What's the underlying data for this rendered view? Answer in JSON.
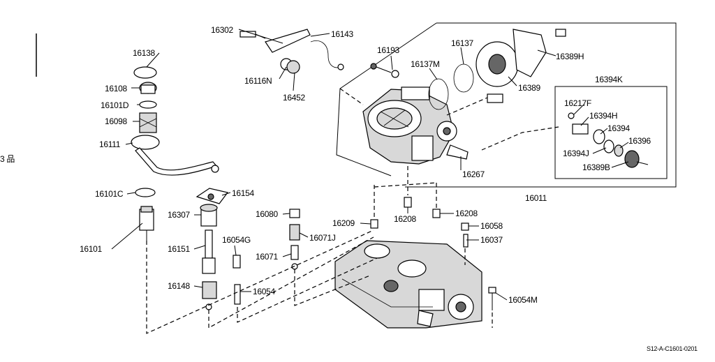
{
  "diagram": {
    "assembly_label": "16011",
    "inset_label": "16394K",
    "drawing_code": "S12-A-C1601-0201",
    "margin_glyph": "3 品",
    "parts": [
      {
        "id": "p-16302",
        "label": "16302"
      },
      {
        "id": "p-16143",
        "label": "16143"
      },
      {
        "id": "p-16116N",
        "label": "16116N"
      },
      {
        "id": "p-16452",
        "label": "16452"
      },
      {
        "id": "p-16193",
        "label": "16193"
      },
      {
        "id": "p-16137",
        "label": "16137"
      },
      {
        "id": "p-16137M",
        "label": "16137M"
      },
      {
        "id": "p-16389H",
        "label": "16389H"
      },
      {
        "id": "p-16389",
        "label": "16389"
      },
      {
        "id": "p-16217F",
        "label": "16217F"
      },
      {
        "id": "p-16394H",
        "label": "16394H"
      },
      {
        "id": "p-16394",
        "label": "16394"
      },
      {
        "id": "p-16396",
        "label": "16396"
      },
      {
        "id": "p-16394J",
        "label": "16394J"
      },
      {
        "id": "p-16389B",
        "label": "16389B"
      },
      {
        "id": "p-16267",
        "label": "16267"
      },
      {
        "id": "p-16138",
        "label": "16138"
      },
      {
        "id": "p-16108",
        "label": "16108"
      },
      {
        "id": "p-16101D",
        "label": "16101D"
      },
      {
        "id": "p-16098",
        "label": "16098"
      },
      {
        "id": "p-16111",
        "label": "16111"
      },
      {
        "id": "p-16101C",
        "label": "16101C"
      },
      {
        "id": "p-16101",
        "label": "16101"
      },
      {
        "id": "p-16154",
        "label": "16154"
      },
      {
        "id": "p-16307",
        "label": "16307"
      },
      {
        "id": "p-16151",
        "label": "16151"
      },
      {
        "id": "p-16148",
        "label": "16148"
      },
      {
        "id": "p-16054G",
        "label": "16054G"
      },
      {
        "id": "p-16054",
        "label": "16054"
      },
      {
        "id": "p-16080",
        "label": "16080"
      },
      {
        "id": "p-16071J",
        "label": "16071J"
      },
      {
        "id": "p-16071",
        "label": "16071"
      },
      {
        "id": "p-16209",
        "label": "16209"
      },
      {
        "id": "p-16208a",
        "label": "16208"
      },
      {
        "id": "p-16208b",
        "label": "16208"
      },
      {
        "id": "p-16058",
        "label": "16058"
      },
      {
        "id": "p-16037",
        "label": "16037"
      },
      {
        "id": "p-16054M",
        "label": "16054M"
      }
    ]
  }
}
